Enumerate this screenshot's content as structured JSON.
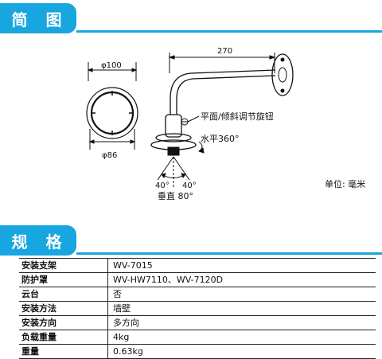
{
  "sections": {
    "diagram_title": "简 图",
    "spec_title": "规 格"
  },
  "diagram": {
    "dim_outer": "φ100",
    "dim_inner": "φ86",
    "dim_arm": "270",
    "label_adjust": "平面/倾斜调节旋钮",
    "label_horizontal": "水平360°",
    "label_angle_left": "40°",
    "label_angle_right": "40°",
    "label_vertical": "垂直 80°",
    "label_unit": "单位: 毫米"
  },
  "specs": [
    {
      "label": "安装支架",
      "value": "WV-7015"
    },
    {
      "label": "防护罩",
      "value": "WV-HW7110、WV-7120D"
    },
    {
      "label": "云台",
      "value": "否"
    },
    {
      "label": "安装方法",
      "value": "墙壁"
    },
    {
      "label": "安装方向",
      "value": "多方向"
    },
    {
      "label": "负载重量",
      "value": "4kg"
    },
    {
      "label": "重量",
      "value": "0.63kg"
    }
  ]
}
